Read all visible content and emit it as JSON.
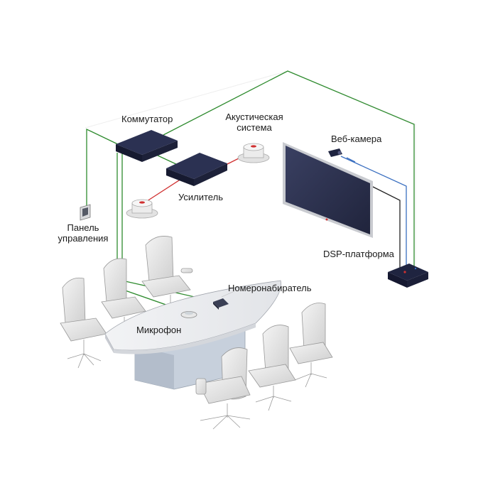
{
  "diagram": {
    "labels": {
      "switch": "Коммутатор",
      "speaker": [
        "Акустическая",
        "система"
      ],
      "amplifier": "Усилитель",
      "webcam": "Веб-камера",
      "control_panel": [
        "Панель",
        "управления"
      ],
      "dsp": "DSP-платформа",
      "dialer": "Номеронабиратель",
      "microphone": "Микрофон"
    },
    "colors": {
      "green_link": "#2e8b2e",
      "red_link": "#d03030",
      "blue_link": "#3a6fc0",
      "black_link": "#222222",
      "device_dark": "#1f2440",
      "screen": "#2a2f4a"
    }
  }
}
